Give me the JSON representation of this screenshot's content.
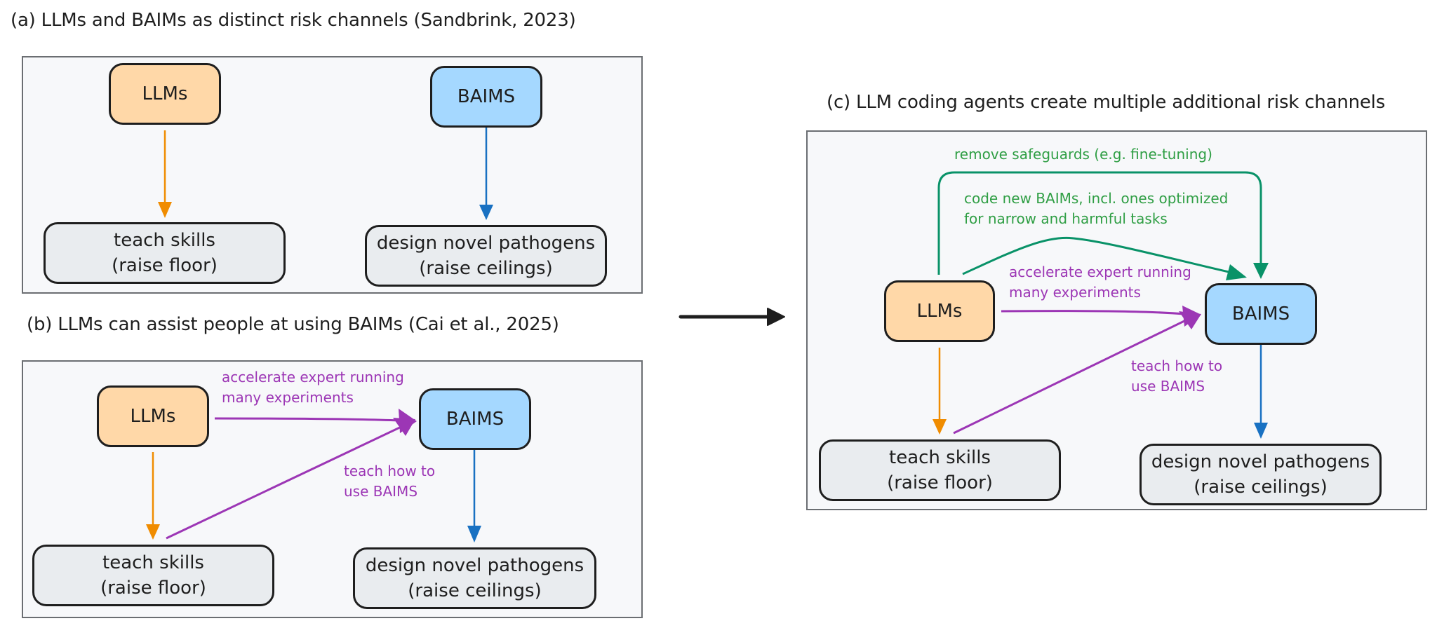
{
  "colors": {
    "llm_fill": "#ffd8a8",
    "baim_fill": "#a5d8ff",
    "outcome_fill": "#e9ecef",
    "orange_edge": "#f08c00",
    "blue_edge": "#1971c2",
    "purple_edge": "#9c36b5",
    "green_edge": "#099268",
    "green_text": "#2f9e44",
    "panel_bg": "#f7f8fa"
  },
  "panel_a": {
    "title": "(a) LLMs and BAIMs as distinct risk channels (Sandbrink, 2023)",
    "llm": "LLMs",
    "baim": "BAIMS",
    "teach_line1": "teach skills",
    "teach_line2": "(raise floor)",
    "design_line1": "design novel pathogens",
    "design_line2": "(raise ceilings)"
  },
  "panel_b": {
    "title": "(b) LLMs can assist people at using BAIMs (Cai et al., 2025)",
    "llm": "LLMs",
    "baim": "BAIMS",
    "teach_line1": "teach skills",
    "teach_line2": "(raise floor)",
    "design_line1": "design novel pathogens",
    "design_line2": "(raise ceilings)",
    "accelerate_line1": "accelerate expert running",
    "accelerate_line2": "many experiments",
    "teachhow_line1": "teach how to",
    "teachhow_line2": "use BAIMS"
  },
  "panel_c": {
    "title": "(c) LLM coding agents create multiple additional risk channels",
    "llm": "LLMs",
    "baim": "BAIMS",
    "teach_line1": "teach skills",
    "teach_line2": "(raise floor)",
    "design_line1": "design novel pathogens",
    "design_line2": "(raise ceilings)",
    "accelerate_line1": "accelerate expert running",
    "accelerate_line2": "many experiments",
    "teachhow_line1": "teach how to",
    "teachhow_line2": "use BAIMS",
    "remove_safeguards": "remove safeguards (e.g. fine-tuning)",
    "code_new_line1": "code new BAIMs, incl. ones optimized",
    "code_new_line2": "for narrow and harmful tasks"
  }
}
